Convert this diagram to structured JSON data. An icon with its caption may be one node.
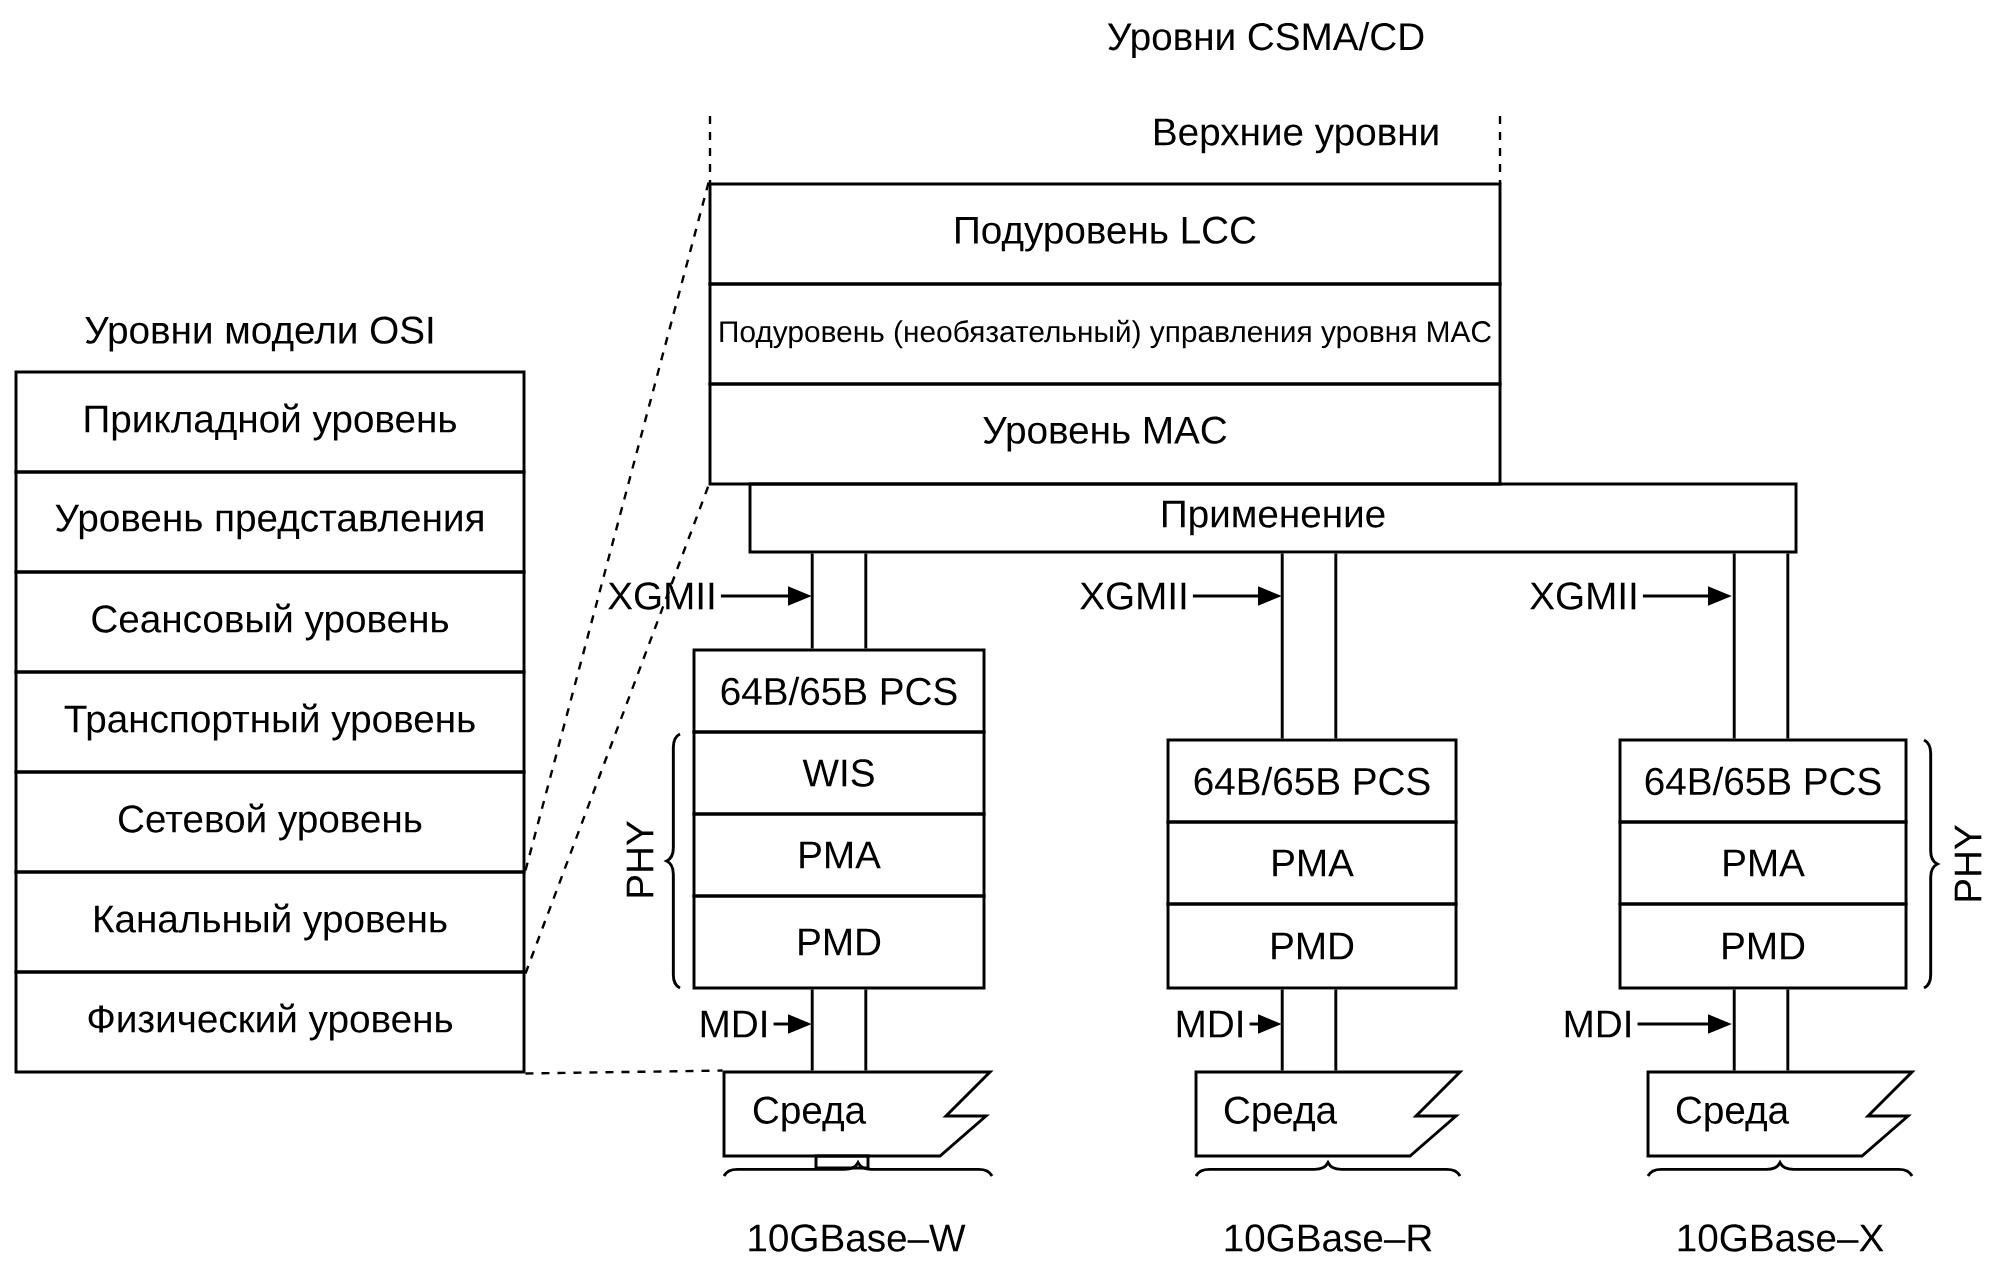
{
  "diagram": {
    "nodes": [
      {
        "text": [
          "Прикладной уровень"
        ]
      },
      {
        "text": [
          "Уровень представления"
        ]
      },
      {
        "text": [
          "Сеансовый уровень"
        ]
      },
      {
        "text": [
          "Транспортный уровень"
        ]
      },
      {
        "text": [
          "Сетевой уровень"
        ]
      },
      {
        "text": [
          "Канальный уровень"
        ]
      },
      {
        "text": [
          "Физический уровень"
        ]
      },
      {
        "text": [
          "Подуровень LCC"
        ]
      },
      {
        "text": [
          "Подуровень (необязательный) управления уровня MAC"
        ]
      },
      {
        "text": [
          "Уровень MAC"
        ]
      },
      {
        "text": [
          "Применение"
        ]
      },
      {
        "text": [
          "64B/65B PCS"
        ]
      },
      {
        "text": [
          "WIS"
        ]
      },
      {
        "text": [
          "PMA"
        ]
      },
      {
        "text": [
          "PMD"
        ]
      },
      {
        "text": [
          "Среда"
        ]
      },
      {
        "text": [
          "64B/65B PCS"
        ]
      },
      {
        "text": [
          "PMA"
        ]
      },
      {
        "text": [
          "PMD"
        ]
      },
      {
        "text": [
          "Среда"
        ]
      },
      {
        "text": [
          "64B/65B PCS"
        ]
      },
      {
        "text": [
          "PMA"
        ]
      },
      {
        "text": [
          "PMD"
        ]
      },
      {
        "text": [
          "Среда"
        ]
      },
      {
        "text": [
          "XGMII"
        ]
      },
      {
        "text": [
          "XGMII"
        ]
      },
      {
        "text": [
          "XGMII"
        ]
      },
      {
        "text": [
          "MDI"
        ]
      },
      {
        "text": [
          "MDI"
        ]
      },
      {
        "text": [
          "MDI"
        ]
      }
    ],
    "edges": [
      {
        "from": 5,
        "to": 7,
        "arrow": "none",
        "style": "dashed"
      },
      {
        "from": 5,
        "to": 9,
        "arrow": "none",
        "style": "dashed"
      },
      {
        "from": 6,
        "to": 15,
        "arrow": "none",
        "style": "dashed"
      },
      {
        "from": 10,
        "to": 11,
        "arrow": "none",
        "style": "thick"
      },
      {
        "from": 10,
        "to": 16,
        "arrow": "none",
        "style": "thick"
      },
      {
        "from": 10,
        "to": 20,
        "arrow": "none",
        "style": "thick"
      },
      {
        "from": 14,
        "to": 15,
        "arrow": "none",
        "style": "thick"
      },
      {
        "from": 18,
        "to": 19,
        "arrow": "none",
        "style": "thick"
      },
      {
        "from": 22,
        "to": 23,
        "arrow": "none",
        "style": "thick"
      },
      {
        "from": 24,
        "to": null,
        "arrow": "to"
      },
      {
        "from": 25,
        "to": null,
        "arrow": "to"
      },
      {
        "from": 26,
        "to": null,
        "arrow": "to"
      },
      {
        "from": 27,
        "to": null,
        "arrow": "to"
      },
      {
        "from": 28,
        "to": null,
        "arrow": "to"
      },
      {
        "from": 29,
        "to": null,
        "arrow": "to"
      }
    ],
    "labels": [
      "Уровни CSMA/CD",
      "Верхние уровни",
      "Уровни модели OSI",
      "PHY",
      "PHY",
      "10GBase–W",
      "10GBase–R",
      "10GBase–X"
    ]
  }
}
